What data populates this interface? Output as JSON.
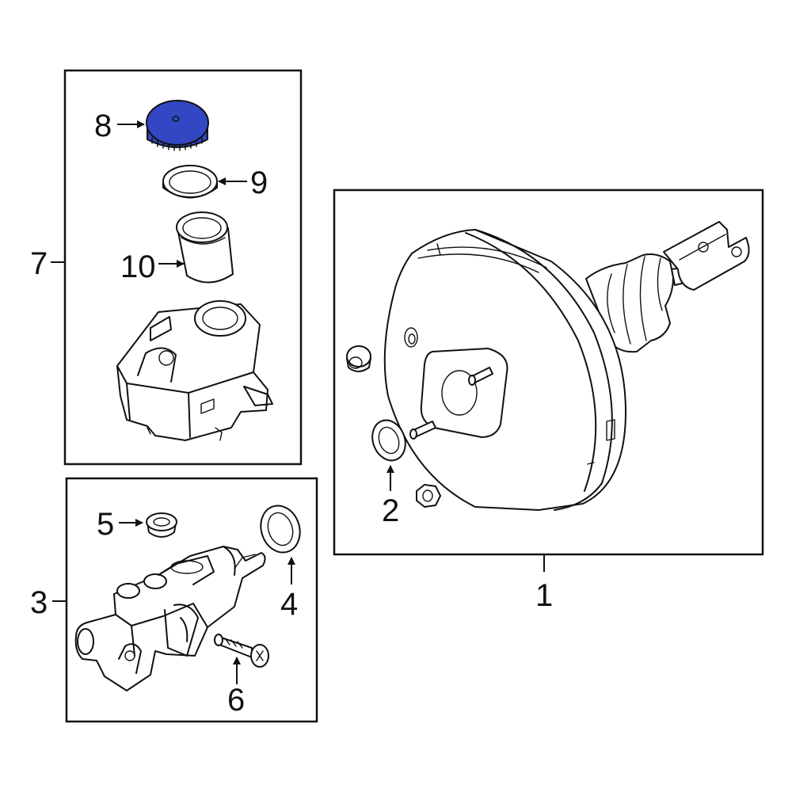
{
  "callouts": {
    "c1": "1",
    "c2": "2",
    "c3": "3",
    "c4": "4",
    "c5": "5",
    "c6": "6",
    "c7": "7",
    "c8": "8",
    "c9": "9",
    "c10": "10"
  },
  "colors": {
    "highlight": "#3347c4",
    "line": "#111111",
    "background": "#ffffff"
  }
}
